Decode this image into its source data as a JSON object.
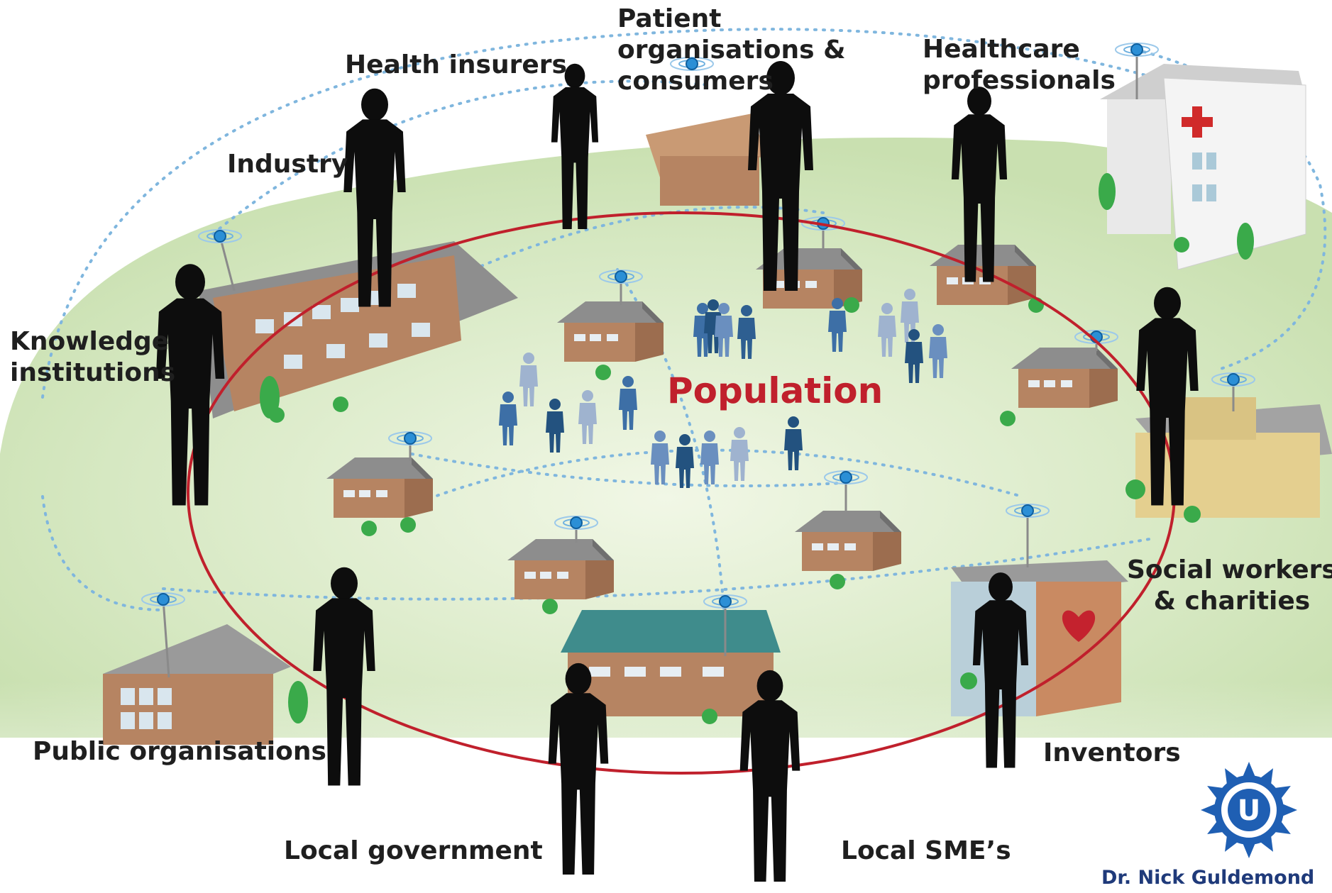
{
  "center_label": "Population",
  "stakeholders": {
    "health_insurers": "Health insurers",
    "patient_orgs": [
      "Patient",
      "organisations &",
      "consumers"
    ],
    "healthcare_professionals": [
      "Healthcare",
      "professionals"
    ],
    "industry": "Industry",
    "knowledge_institutions": [
      "Knowledge",
      "institutions"
    ],
    "social_workers": [
      "Social workers",
      "& charities"
    ],
    "public_organisations": "Public organisations",
    "inventors": "Inventors",
    "local_government": "Local government",
    "local_smes": "Local SME’s"
  },
  "credit": "Dr. Nick Guldemond",
  "logo_letter": "U",
  "colors": {
    "ring": "#c0202c",
    "ground": "#dcebc8",
    "node": "#2b8fd6",
    "link": "#7fb6de",
    "silhouette": "#0d0d0d",
    "person_dark": "#23527f",
    "person_light": "#9fb3cf",
    "logo_blue": "#1f5fb3"
  }
}
